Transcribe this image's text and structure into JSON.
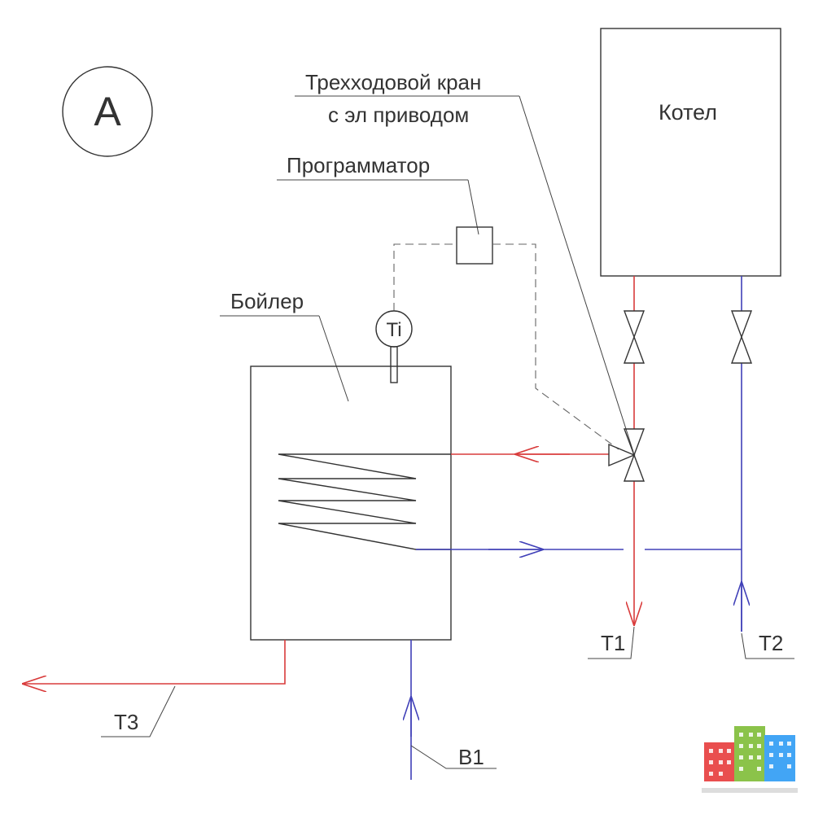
{
  "marker": {
    "letter": "A"
  },
  "labels": {
    "valve_line1": "Трехходовой кран",
    "valve_line2": "с эл приводом",
    "boiler_unit": "Котел",
    "programmer": "Программатор",
    "tank": "Бойлер",
    "sensor": "Ti",
    "t1": "T1",
    "t2": "T2",
    "t3": "T3",
    "b1": "B1"
  },
  "colors": {
    "supply": "#d93b3b",
    "return": "#4040b8",
    "line": "#333333",
    "logo": [
      "#e94e4e",
      "#8bc34a",
      "#42a5f5"
    ]
  },
  "icons": [
    "logo-icon"
  ]
}
